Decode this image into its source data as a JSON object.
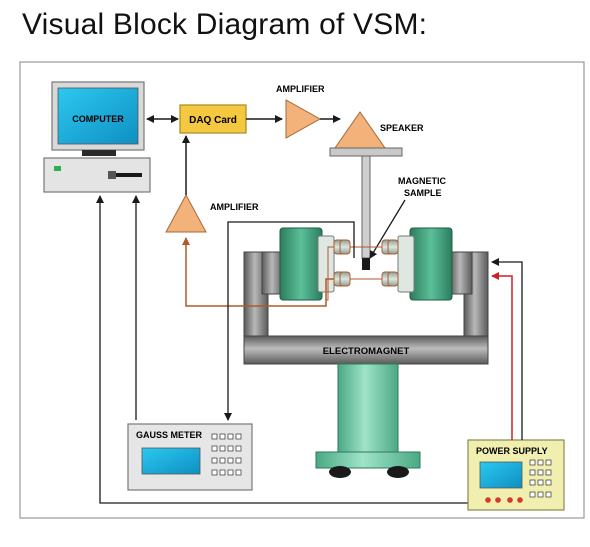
{
  "title": "Visual Block Diagram of VSM:",
  "labels": {
    "computer": "COMPUTER",
    "daq": "DAQ Card",
    "amplifier_top": "AMPLIFIER",
    "speaker": "SPEAKER",
    "magnetic_sample_line1": "MAGNETIC",
    "magnetic_sample_line2": "SAMPLE",
    "amplifier_left": "AMPLIFIER",
    "electromagnet": "ELECTROMAGNET",
    "gauss_meter": "GAUSS METER",
    "power_supply": "POWER SUPPLY"
  },
  "colors": {
    "signal_line": "#1a1a1a",
    "feedback_line": "#b05a2a",
    "power_line": "#cc2222",
    "magnet_pole": "#3c9c7a",
    "magnet_body": "#8c8c8c",
    "stand": "#6fc7a6",
    "amplifier": "#f2b27a",
    "daq": "#f5c842",
    "screen": "#19b7e6",
    "power_supply_body": "#f1efb0"
  }
}
